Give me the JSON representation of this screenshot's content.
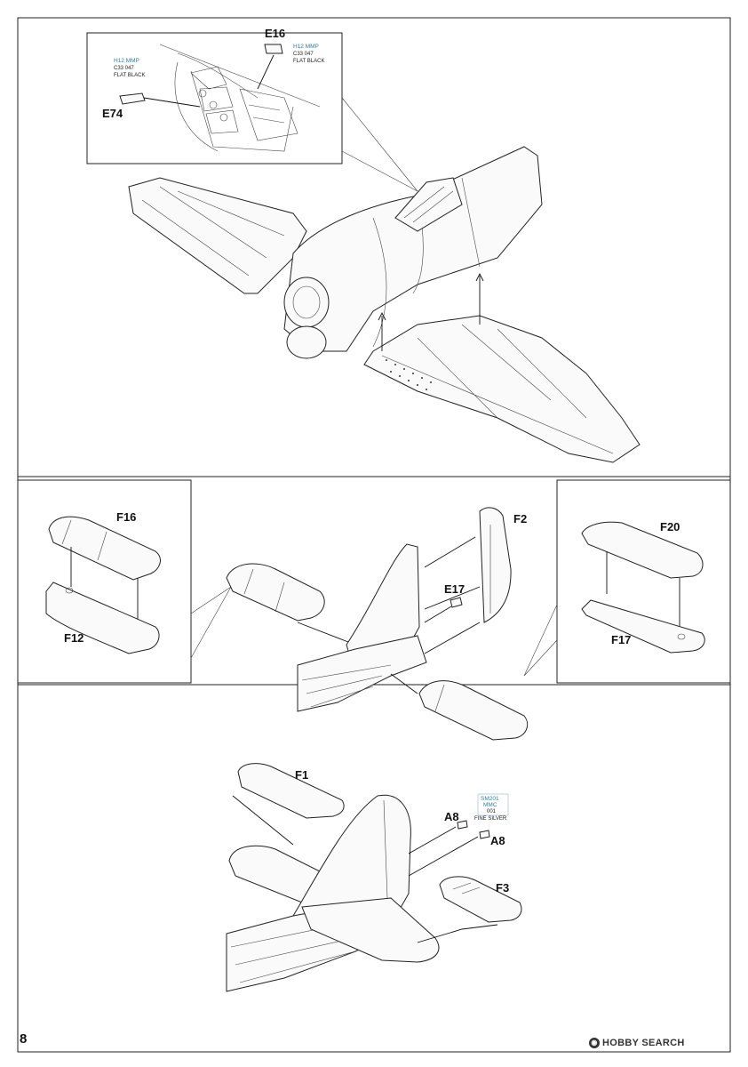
{
  "page_number": "8",
  "watermark": "HOBBY SEARCH",
  "step1": {
    "e16": "E16",
    "e74": "E74",
    "paint_left": {
      "l1": "H12  MMP",
      "l2": "C33    047",
      "l3": "FLAT BLACK"
    },
    "paint_right": {
      "l1": "H12  MMP",
      "l2": "C33    047",
      "l3": "FLAT BLACK"
    }
  },
  "step2": {
    "f16": "F16",
    "f12": "F12",
    "f2": "F2",
    "e17": "E17",
    "f20": "F20",
    "f17": "F17"
  },
  "step3": {
    "f1": "F1",
    "a8_left": "A8",
    "a8_right": "A8",
    "f3": "F3",
    "paint": {
      "l1": "SM201",
      "l2": "MMC",
      "l3": "001",
      "l4": "FINE SILVER"
    }
  }
}
